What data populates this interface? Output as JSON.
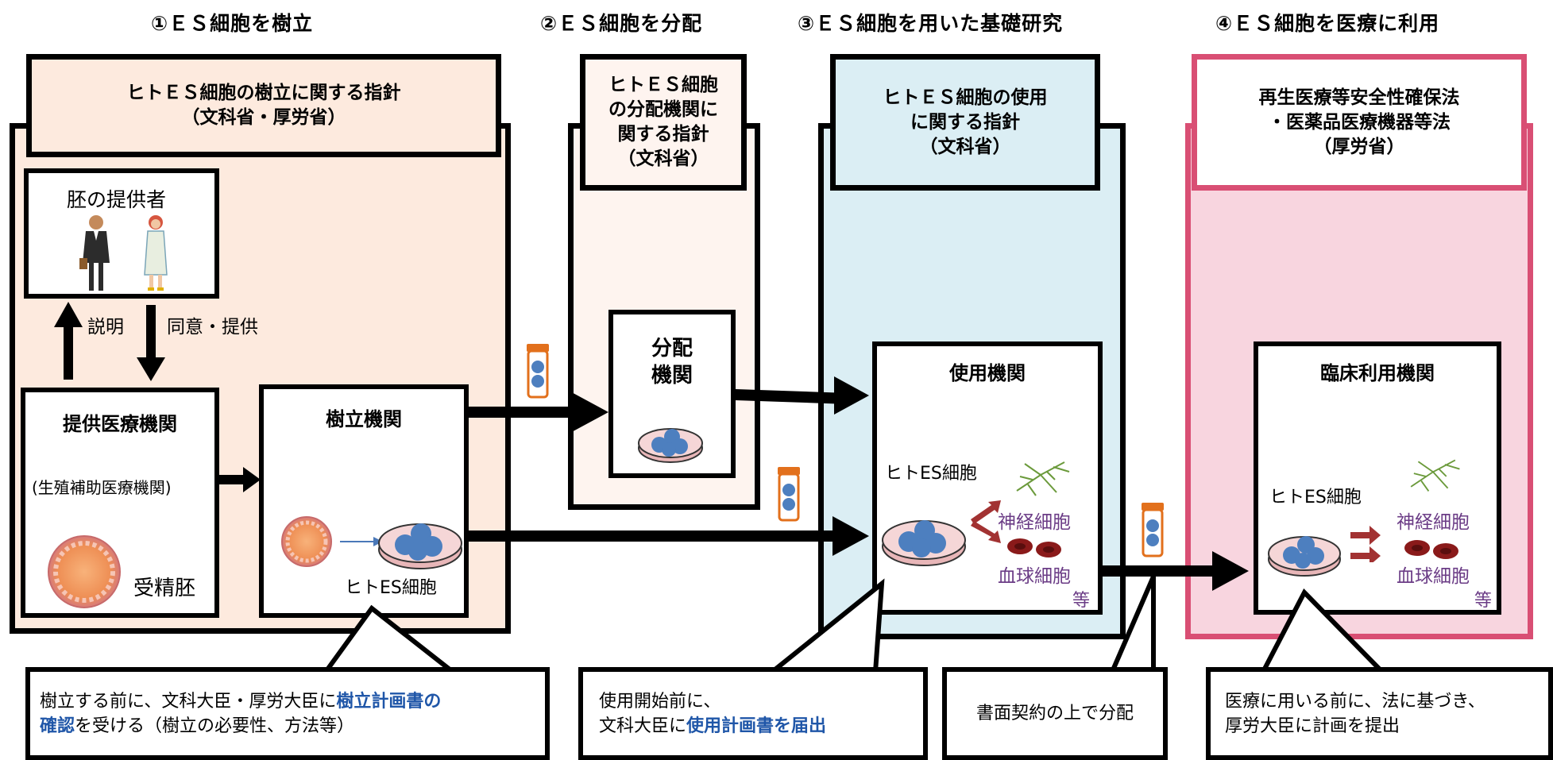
{
  "headings": {
    "h1": "①ＥＳ細胞を樹立",
    "h2": "②ＥＳ細胞を分配",
    "h3": "③ＥＳ細胞を用いた基礎研究",
    "h4": "④ＥＳ細胞を医療に利用"
  },
  "guidelines": {
    "g1": [
      "ヒトＥＳ細胞の樹立に関する指針",
      "（文科省・厚労省）"
    ],
    "g2": [
      "ヒトＥＳ細胞",
      "の分配機関に",
      "関する指針",
      "（文科省）"
    ],
    "g3": [
      "ヒトＥＳ細胞の使用",
      "に関する指針",
      "（文科省）"
    ],
    "g4": [
      "再生医療等安全性確保法",
      "・医薬品医療機器等法",
      "（厚労省）"
    ]
  },
  "donor": {
    "title": "胚の提供者",
    "explain": "説明",
    "consent": "同意・提供"
  },
  "provider": {
    "title": "提供医療機関",
    "subtitle": "(生殖補助医療機関)",
    "embryo": "受精胚"
  },
  "establishment": {
    "title": "樹立機関",
    "cell": "ヒトES細胞"
  },
  "distribution": {
    "title_line1": "分配",
    "title_line2": "機関"
  },
  "user": {
    "title": "使用機関",
    "cell": "ヒトES細胞",
    "neuron": "神経細胞",
    "blood": "血球細胞",
    "etc": "等"
  },
  "clinical": {
    "title": "臨床利用機関",
    "cell": "ヒトES細胞",
    "neuron": "神経細胞",
    "blood": "血球細胞",
    "etc": "等"
  },
  "callouts": {
    "c1": {
      "pre": "樹立する前に、文科大臣・厚労大臣に",
      "bold1": "樹立計画書の",
      "bold2": "確認",
      "post": "を受ける（樹立の必要性、方法等）"
    },
    "c2": {
      "line1": "使用開始前に、",
      "pre2": "文科大臣に",
      "bold": "使用計画書を届出"
    },
    "c3": {
      "text": "書面契約の上で分配"
    },
    "c4": {
      "line1": "医療に用いる前に、法に基づき、",
      "line2": "厚労大臣に計画を提出"
    }
  },
  "colors": {
    "peach": "#fdeade",
    "peach_light": "#fef4ef",
    "light_blue": "#dbeef4",
    "pink": "#f8d5df",
    "pink_border": "#d94f74",
    "blue_text": "#1f56a8",
    "purple_text": "#6b3c86"
  }
}
